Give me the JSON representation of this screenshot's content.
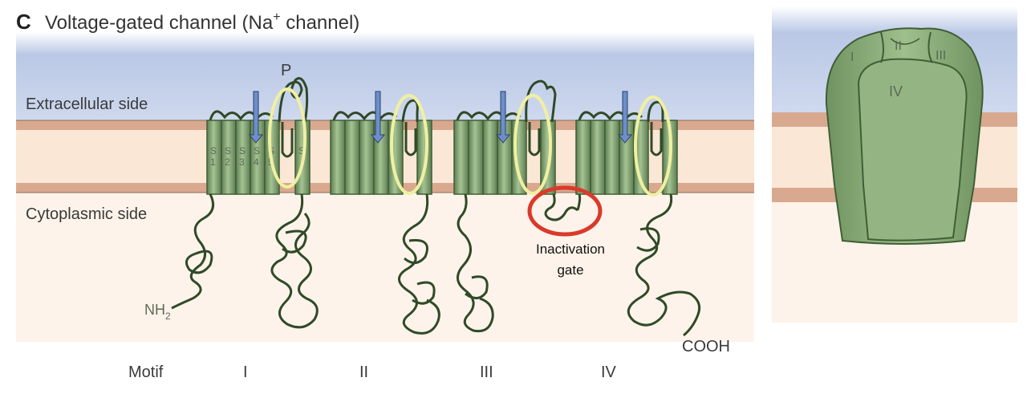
{
  "figure": {
    "panel_letter": "C",
    "title_main": "Voltage-gated channel (Na",
    "title_sup": "+",
    "title_end": " channel)"
  },
  "labels": {
    "extracellular": "Extracellular side",
    "cytoplasmic": "Cytoplasmic side",
    "p_loop": "P",
    "amino": "NH",
    "amino_sub": "2",
    "carboxyl": "COOH",
    "inactivation_line1": "Inactivation",
    "inactivation_line2": "gate",
    "segments": [
      "S",
      "1",
      "S",
      "2",
      "S",
      "3",
      "S",
      "4",
      "S",
      "5",
      "S"
    ]
  },
  "motifs": {
    "label": "Motif",
    "items": [
      "I",
      "II",
      "III",
      "IV"
    ]
  },
  "channel3d": {
    "labels": [
      "I",
      "II",
      "III",
      "IV"
    ]
  },
  "colors": {
    "extracellular_top": "#aebde0",
    "extracellular_bottom": "#f4f0f8",
    "membrane_stripe": "#d9a98f",
    "membrane_fill": "#fbe7d6",
    "cytoplasm": "#fdf3ea",
    "channel_fill": "#86a877",
    "channel_dark": "#3f5e35",
    "highlight_yellow": "#f2f2a2",
    "arrow_blue": "#6d8fc9",
    "gate_red": "#d93a2b"
  }
}
